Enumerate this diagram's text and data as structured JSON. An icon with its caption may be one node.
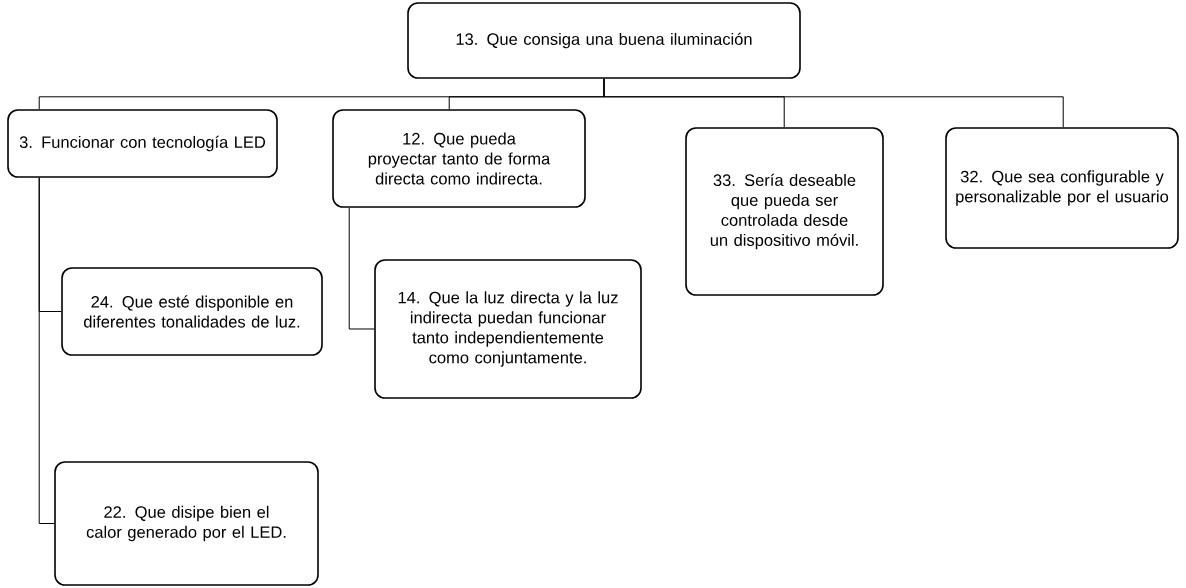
{
  "diagram": {
    "nodes": [
      {
        "text": [
          "13. Que consiga una buena iluminación"
        ]
      },
      {
        "text": [
          "3. Funcionar con tecnología LED"
        ]
      },
      {
        "text": [
          "12. Que pueda proyectar tanto de forma directa como indirecta."
        ]
      },
      {
        "text": [
          "33. Sería deseable que pueda ser controlada desde un dispositivo móvil."
        ]
      },
      {
        "text": [
          "32. Que sea configurable y personalizable por el usuario"
        ]
      },
      {
        "text": [
          "24. Que esté disponible en diferentes tonalidades de luz."
        ]
      },
      {
        "text": [
          "14. Que la luz directa y la luz indirecta puedan funcionar tanto independientemente como conjuntamente."
        ]
      },
      {
        "text": [
          "22. Que disipe bien el calor generado por el LED."
        ]
      }
    ],
    "edges": [
      {
        "from": 0,
        "to": 1,
        "arrow": "none"
      },
      {
        "from": 0,
        "to": 2,
        "arrow": "none"
      },
      {
        "from": 0,
        "to": 3,
        "arrow": "none"
      },
      {
        "from": 0,
        "to": 4,
        "arrow": "none"
      },
      {
        "from": 1,
        "to": 5,
        "arrow": "none"
      },
      {
        "from": 1,
        "to": 7,
        "arrow": "none"
      },
      {
        "from": 2,
        "to": 6,
        "arrow": "none"
      }
    ]
  }
}
